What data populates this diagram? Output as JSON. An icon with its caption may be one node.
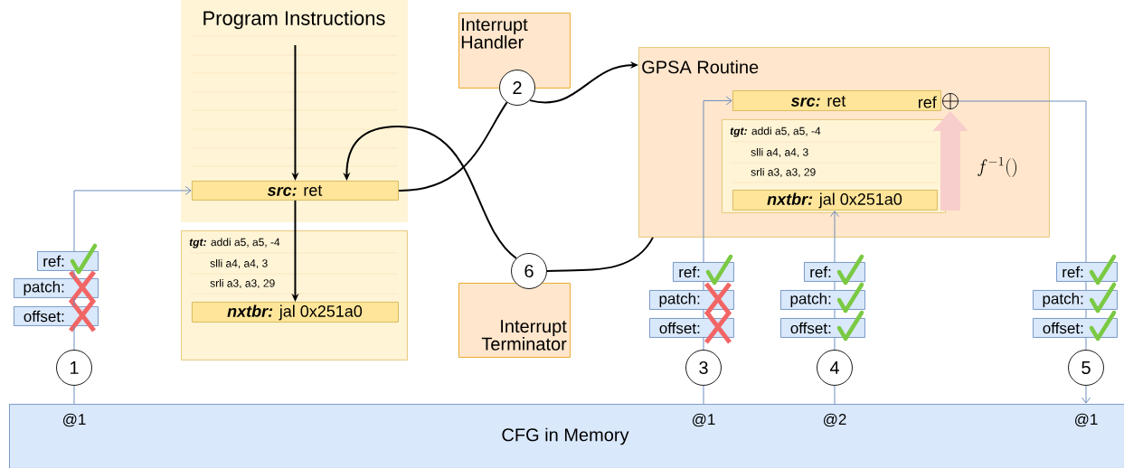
{
  "diagram": {
    "nodes": [
      {
        "text": [
          "Program Instructions"
        ]
      },
      {
        "text": [
          "src:",
          "ret"
        ],
        "in": 0
      },
      {
        "text": [
          "tgt:",
          "addi a5, a5, -4",
          "slli a4, a4, 3",
          "srli a3, a3, 29"
        ]
      },
      {
        "text": [
          "nxtbr:",
          "jal 0x251a0"
        ],
        "in": 2
      },
      {
        "text": [
          "Interrupt Handler"
        ]
      },
      {
        "text": [
          "2"
        ]
      },
      {
        "text": [
          "GPSA Routine"
        ]
      },
      {
        "text": [
          "src:",
          "ret",
          "ref"
        ],
        "in": 6
      },
      {
        "text": [],
        "shape": "circle",
        "in": 6
      },
      {
        "text": [
          "tgt:",
          "addi a5, a5, -4",
          "slli a4, a4, 3",
          "srli a3, a3, 29"
        ],
        "in": 6
      },
      {
        "text": [
          "nxtbr:",
          "jal 0x251a0"
        ],
        "in": 9
      },
      {
        "text": [
          "Interrupt Terminator"
        ]
      },
      {
        "text": [
          "6"
        ]
      },
      {
        "text": [
          "1"
        ]
      },
      {
        "text": [
          "3"
        ]
      },
      {
        "text": [
          "4"
        ]
      },
      {
        "text": [
          "5"
        ]
      },
      {
        "text": [
          "CFG in Memory"
        ]
      },
      {
        "text": [
          "ref:"
        ]
      },
      {
        "text": [
          "patch:"
        ]
      },
      {
        "text": [
          "offset:"
        ]
      },
      {
        "text": [
          "ref:"
        ]
      },
      {
        "text": [
          "patch:"
        ]
      },
      {
        "text": [
          "offset:"
        ]
      },
      {
        "text": [
          "ref:"
        ]
      },
      {
        "text": [
          "patch:"
        ]
      },
      {
        "text": [
          "offset:"
        ]
      },
      {
        "text": [
          "ref:"
        ]
      },
      {
        "text": [
          "patch:"
        ]
      },
      {
        "text": [
          "offset:"
        ]
      }
    ],
    "edges": [
      {
        "from": null,
        "to": 1,
        "arrow": "to",
        "color": "#000000"
      },
      {
        "from": 1,
        "to": 3,
        "arrow": "to",
        "color": "#000000"
      },
      {
        "from": 1,
        "to": 5,
        "arrow": "none",
        "color": "#000000"
      },
      {
        "from": 5,
        "to": 6,
        "arrow": "to",
        "color": "#000000"
      },
      {
        "from": 6,
        "to": 12,
        "arrow": "none",
        "color": "#000000"
      },
      {
        "from": 12,
        "to": 1,
        "arrow": "to",
        "color": "#000000"
      },
      {
        "from": 10,
        "to": 8,
        "arrow": "to",
        "color": "#f8cecc",
        "style": "thick"
      },
      {
        "from": 17,
        "to": 13,
        "arrow": "none"
      },
      {
        "from": 13,
        "to": 20,
        "arrow": "none"
      },
      {
        "from": 18,
        "to": 1,
        "arrow": "to"
      },
      {
        "from": 17,
        "to": 14,
        "arrow": "none"
      },
      {
        "from": 14,
        "to": 23,
        "arrow": "none"
      },
      {
        "from": 21,
        "to": 7,
        "arrow": "to"
      },
      {
        "from": 17,
        "to": 15,
        "arrow": "none"
      },
      {
        "from": 15,
        "to": 26,
        "arrow": "none"
      },
      {
        "from": 24,
        "to": 10,
        "arrow": "to"
      },
      {
        "from": 8,
        "to": 27,
        "arrow": "none"
      },
      {
        "from": 29,
        "to": 16,
        "arrow": "none"
      },
      {
        "from": 16,
        "to": 17,
        "arrow": "to"
      },
      {
        "from": 18,
        "to": 19,
        "arrow": "none"
      },
      {
        "from": 19,
        "to": 20,
        "arrow": "none"
      },
      {
        "from": 21,
        "to": 22,
        "arrow": "none"
      },
      {
        "from": 22,
        "to": 23,
        "arrow": "none"
      },
      {
        "from": 24,
        "to": 25,
        "arrow": "none"
      },
      {
        "from": 25,
        "to": 26,
        "arrow": "none"
      },
      {
        "from": 27,
        "to": 28,
        "arrow": "none"
      },
      {
        "from": 28,
        "to": 29,
        "arrow": "none"
      }
    ],
    "labels": [
      "f^{-1}()",
      "@1",
      "@1",
      "@2",
      "@1"
    ]
  }
}
